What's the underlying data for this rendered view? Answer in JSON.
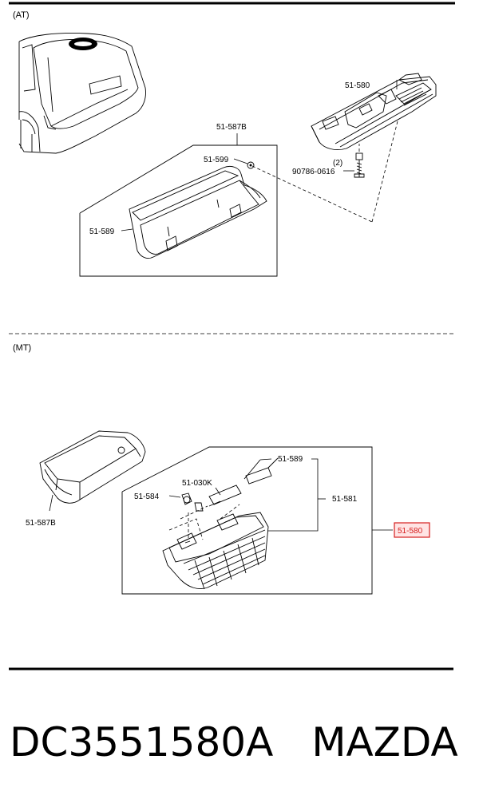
{
  "sections": {
    "at": {
      "title": "(AT)"
    },
    "mt": {
      "title": "(MT)"
    }
  },
  "labels": {
    "at_51_580": "51-580",
    "at_51_587b": "51-587B",
    "at_51_599": "51-599",
    "at_qty": "(2)",
    "at_90786": "90786-0616",
    "at_51_589": "51-589",
    "mt_51_589": "51-589",
    "mt_51_030k": "51-030K",
    "mt_51_584": "51-584",
    "mt_51_581": "51-581",
    "mt_51_580": "51-580",
    "mt_51_587b": "51-587B"
  },
  "highlight": {
    "part": "51-580",
    "color": "#d62020"
  },
  "footer": {
    "part_number": "DC3551580A",
    "brand": "MAZDA"
  }
}
